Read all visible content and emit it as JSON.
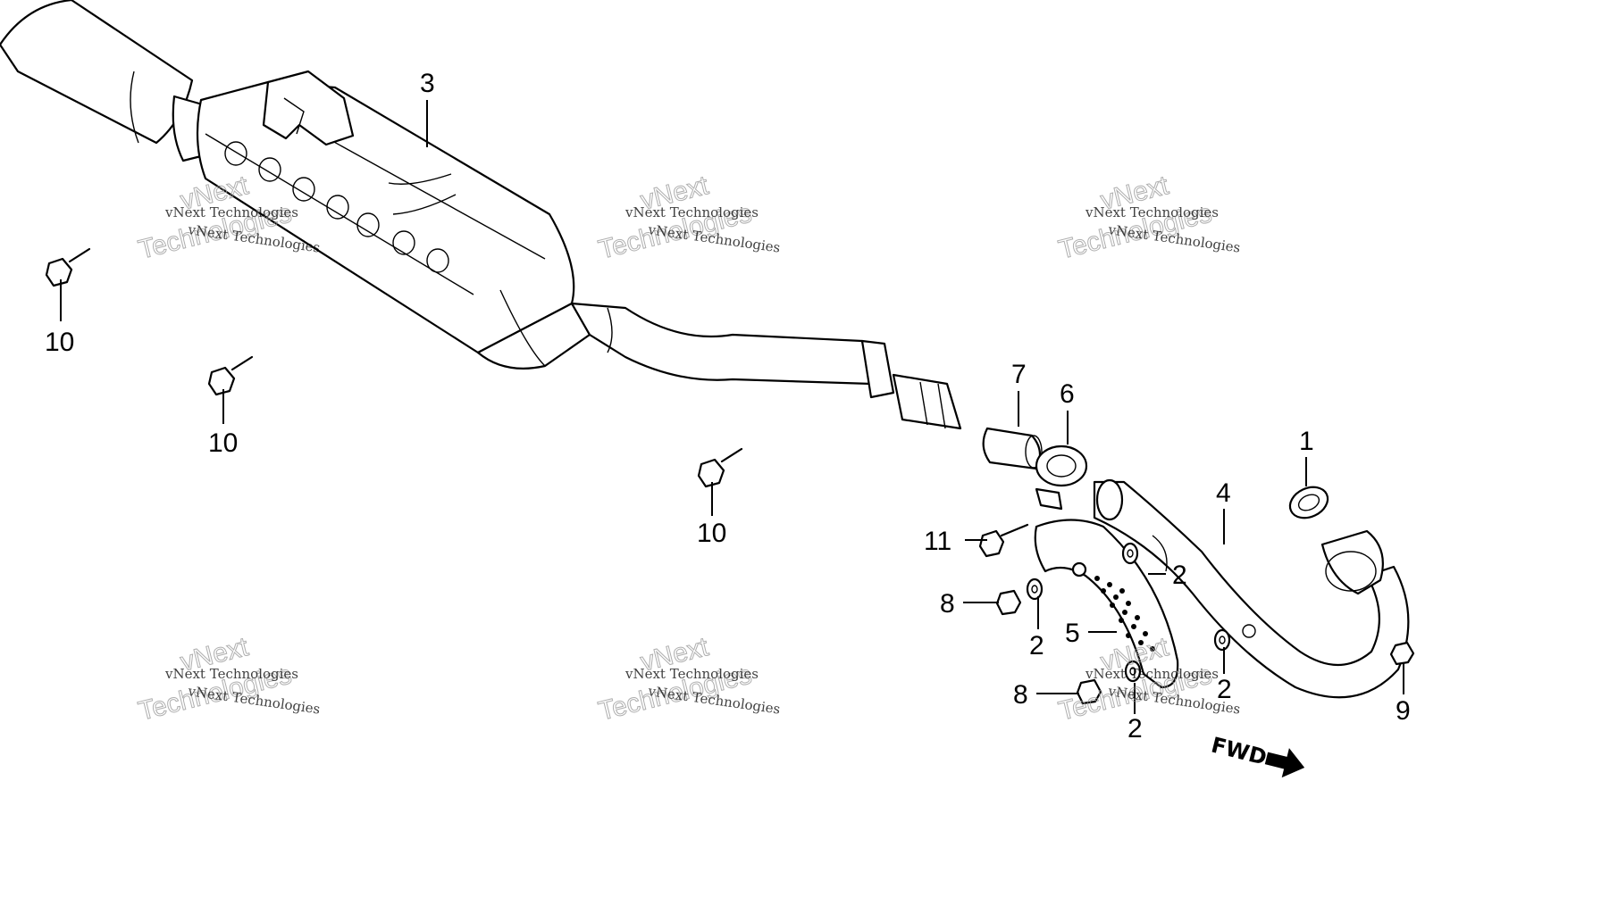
{
  "watermark": {
    "line1": "vNext Technologies",
    "line2": "vNext",
    "line3": "Technologies"
  },
  "direction_label": "FWD",
  "callouts": {
    "p1": "1",
    "p2a": "2",
    "p2b": "2",
    "p2c": "2",
    "p2d": "2",
    "p3": "3",
    "p4": "4",
    "p5": "5",
    "p6": "6",
    "p7": "7",
    "p8a": "8",
    "p8b": "8",
    "p9": "9",
    "p10a": "10",
    "p10b": "10",
    "p10c": "10",
    "p11": "11"
  }
}
